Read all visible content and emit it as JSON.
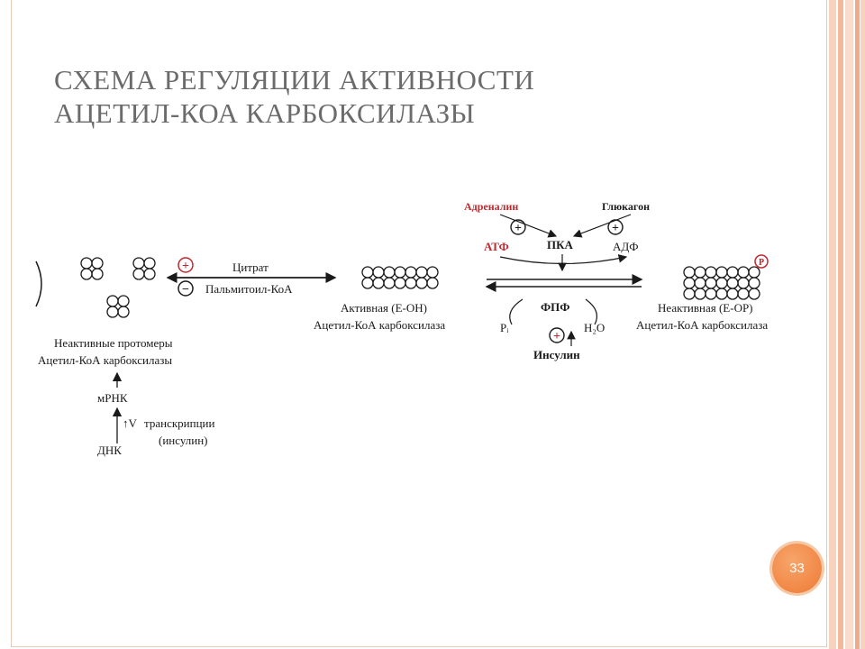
{
  "slide": {
    "title_lines": [
      "СХЕМА РЕГУЛЯЦИИ АКТИВНОСТИ",
      "АЦЕТИЛ-КОА КАРБОКСИЛАЗЫ"
    ],
    "page_number": "33"
  },
  "diagram": {
    "inactive_protomers": {
      "line1": "Неактивные протомеры",
      "line2": "Ацетил-КоА карбоксилазы"
    },
    "activators": {
      "plus": "+",
      "minus": "−",
      "citrate": "Цитрат",
      "palmitoyl": "Пальмитоил-КоА"
    },
    "transcription": {
      "mrna": "мРНК",
      "dna": "ДНК",
      "up_arrow": "↑V",
      "label": "транскрипции",
      "inducer": "(инсулин)"
    },
    "active_enzyme": {
      "line1": "Активная (Е-ОН)",
      "line2": "Ацетил-КоА карбоксилаза"
    },
    "phosphorylation": {
      "adrenaline": "Адреналин",
      "glucagon": "Глюкагон",
      "pka": "ПКА",
      "atp": "АТФ",
      "adp": "АДФ",
      "plus": "+"
    },
    "dephosphorylation": {
      "fpf": "ФПФ",
      "pi": "Pᵢ",
      "water": "H₂O",
      "insulin": "Инсулин",
      "plus": "+"
    },
    "inactive_enzyme": {
      "line1": "Неактивная (Е-ОР)",
      "line2": "Ацетил-КоА карбоксилаза",
      "phosphate": "P"
    },
    "colors": {
      "text": "#1a1a1a",
      "red": "#c0282d",
      "title": "#6b6b6b",
      "accent": "#ee7a35"
    }
  }
}
